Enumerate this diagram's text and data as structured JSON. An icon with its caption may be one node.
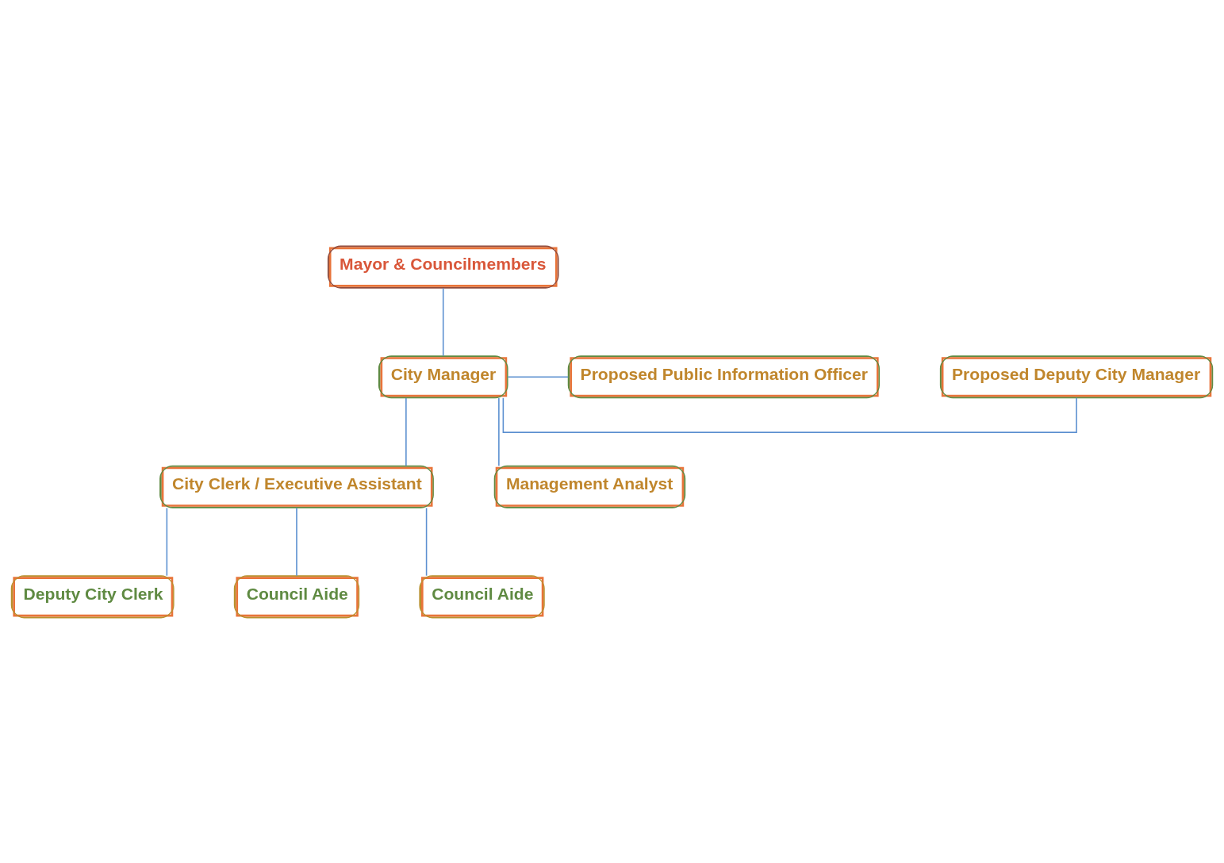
{
  "diagram": {
    "nodes": [
      {
        "text": [
          "Mayor & Councilmembers"
        ]
      },
      {
        "text": [
          "Proposed Deputy City Manager"
        ]
      },
      {
        "text": [
          "City Manager"
        ]
      },
      {
        "text": [
          "Proposed Public Information Officer"
        ]
      },
      {
        "text": [
          "City Clerk / Executive Assistant"
        ]
      },
      {
        "text": [
          "Management Analyst"
        ]
      },
      {
        "text": [
          "Deputy City Clerk"
        ]
      },
      {
        "text": [
          "Council Aide"
        ]
      },
      {
        "text": [
          "Council Aide"
        ]
      }
    ],
    "edges": [
      {
        "from": 0,
        "to": 2,
        "arrow": "none"
      },
      {
        "from": 2,
        "to": 1,
        "arrow": "none"
      },
      {
        "from": 2,
        "to": 3,
        "arrow": "none"
      },
      {
        "from": 2,
        "to": 5,
        "arrow": "none"
      },
      {
        "from": 2,
        "to": 4,
        "arrow": "none"
      },
      {
        "from": 4,
        "to": 6,
        "arrow": "none"
      },
      {
        "from": 4,
        "to": 7,
        "arrow": "none"
      },
      {
        "from": 4,
        "to": 8,
        "arrow": "none"
      }
    ]
  }
}
